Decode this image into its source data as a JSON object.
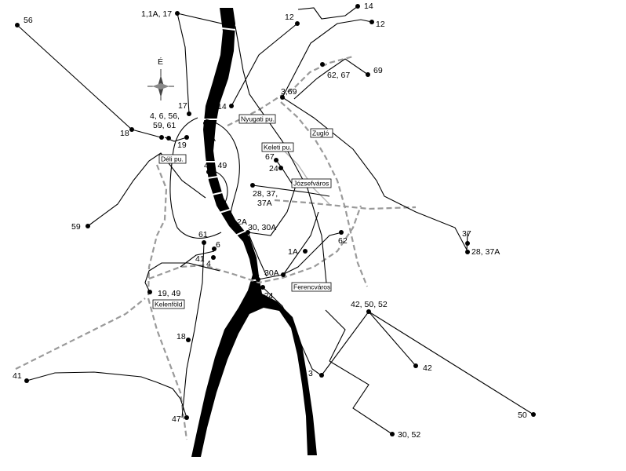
{
  "endpoints": [
    {
      "id": "e56",
      "label": "56"
    },
    {
      "id": "e1",
      "label": "1,1A, 17"
    },
    {
      "id": "e12a",
      "label": "12"
    },
    {
      "id": "e14a",
      "label": "14"
    },
    {
      "id": "e12b",
      "label": "12"
    },
    {
      "id": "e69",
      "label": "69"
    },
    {
      "id": "e6267",
      "label": "62, 67"
    },
    {
      "id": "e369",
      "label": "3,69"
    },
    {
      "id": "e14b",
      "label": "14"
    },
    {
      "id": "e17",
      "label": "17"
    },
    {
      "id": "e4656",
      "label": "4, 6, 56,"
    },
    {
      "id": "e5961",
      "label": "59, 61"
    },
    {
      "id": "e18a",
      "label": "18"
    },
    {
      "id": "e19a",
      "label": "19"
    },
    {
      "id": "e22a",
      "label": "2,"
    },
    {
      "id": "e22b",
      "label": "2A"
    },
    {
      "id": "e67",
      "label": "67"
    },
    {
      "id": "e24a",
      "label": "24"
    },
    {
      "id": "e4749",
      "label": "47, 49"
    },
    {
      "id": "e2837a",
      "label": "28, 37,"
    },
    {
      "id": "e2837b",
      "label": "37A"
    },
    {
      "id": "e59",
      "label": "59"
    },
    {
      "id": "e2A",
      "label": "2A"
    },
    {
      "id": "e3030A",
      "label": "30, 30A"
    },
    {
      "id": "e37",
      "label": "37"
    },
    {
      "id": "e2837A",
      "label": "28, 37A"
    },
    {
      "id": "e62",
      "label": "62"
    },
    {
      "id": "e61",
      "label": "61"
    },
    {
      "id": "e6",
      "label": "6"
    },
    {
      "id": "e41a",
      "label": "41"
    },
    {
      "id": "e4",
      "label": "4"
    },
    {
      "id": "e1A",
      "label": "1A"
    },
    {
      "id": "e30A",
      "label": "30A"
    },
    {
      "id": "e1b",
      "label": "1"
    },
    {
      "id": "e224",
      "label": "2, 24"
    },
    {
      "id": "e1949",
      "label": "19, 49"
    },
    {
      "id": "e425052",
      "label": "42, 50, 52"
    },
    {
      "id": "e18b",
      "label": "18"
    },
    {
      "id": "e42",
      "label": "42"
    },
    {
      "id": "e3",
      "label": "3"
    },
    {
      "id": "e41b",
      "label": "41"
    },
    {
      "id": "e50",
      "label": "50"
    },
    {
      "id": "e47",
      "label": "47"
    },
    {
      "id": "e3052",
      "label": "30, 52"
    }
  ],
  "stations": [
    {
      "id": "nyugati",
      "label": "Nyugati pu."
    },
    {
      "id": "zuglo",
      "label": "Zugló"
    },
    {
      "id": "keleti",
      "label": "Keleti pu."
    },
    {
      "id": "deli",
      "label": "Déli pu."
    },
    {
      "id": "jozsefvaros",
      "label": "Józsefváros"
    },
    {
      "id": "ferencvaros",
      "label": "Ferencváros"
    },
    {
      "id": "kelenfold",
      "label": "Kelenföld"
    }
  ],
  "compass": {
    "label": "É"
  },
  "colors": {
    "river": "#000000",
    "route": "#000000",
    "rail": "#9a9a9a",
    "background": "#ffffff"
  }
}
